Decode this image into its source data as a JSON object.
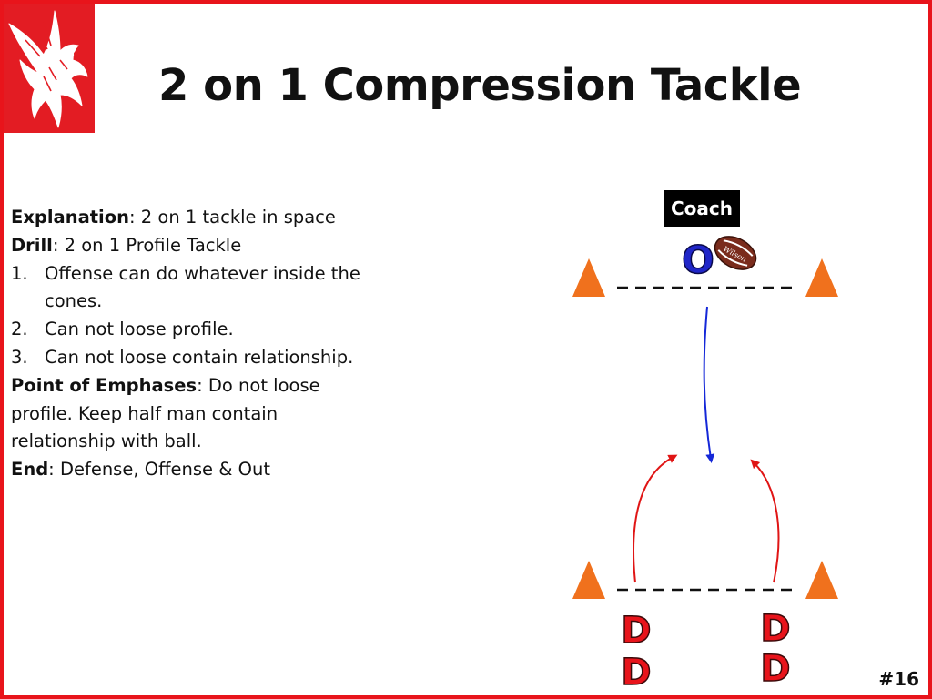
{
  "slide": {
    "title": "2 on 1 Compression Tackle",
    "number": "#16"
  },
  "text": {
    "explanation_label": "Explanation",
    "explanation_text": ": 2 on 1 tackle in space",
    "drill_label": "Drill",
    "drill_text": ": 2 on 1 Profile Tackle",
    "items": [
      {
        "num": "1.",
        "text": "Offense can do whatever inside the cones."
      },
      {
        "num": "2.",
        "text": "Can not loose profile."
      },
      {
        "num": "3.",
        "text": "Can not loose contain relationship."
      }
    ],
    "emphasis_label": "Point of Emphases",
    "emphasis_text": ": Do not loose profile.  Keep half man contain relationship with ball.",
    "end_label": "End",
    "end_text": ": Defense, Offense & Out"
  },
  "diagram": {
    "coach_label": "Coach",
    "offense_label": "O",
    "defense_label": "D",
    "ball_text": "Wilson",
    "colors": {
      "cone": "#f0711d",
      "offense": "#2026c8",
      "defense": "#e8141b",
      "offense_path": "#1528d8",
      "defense_path": "#e01515",
      "border": "#e8141b"
    }
  }
}
